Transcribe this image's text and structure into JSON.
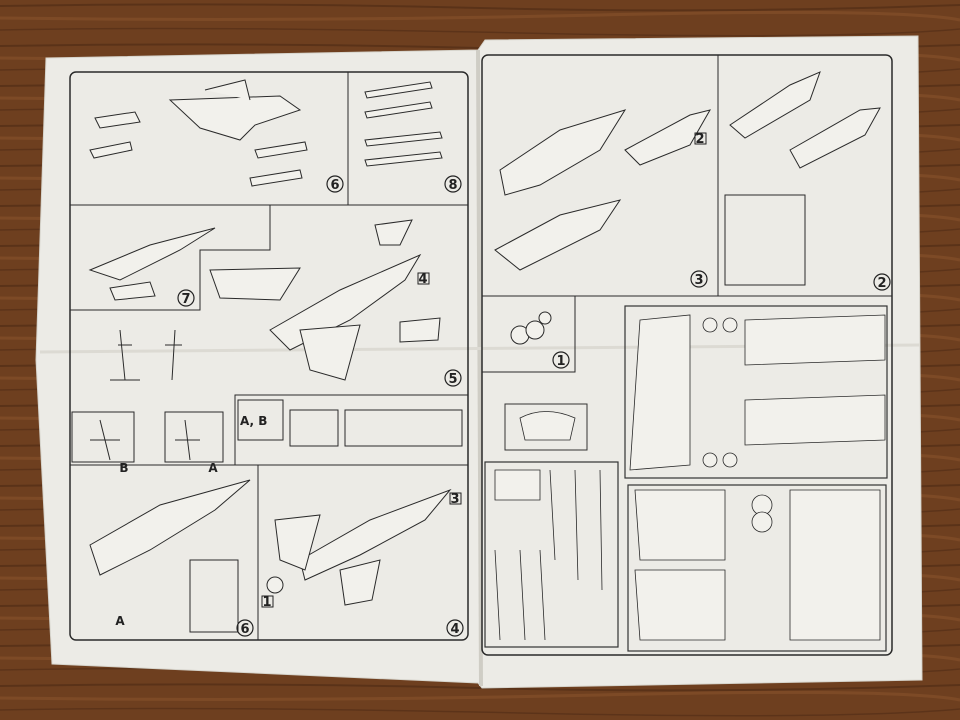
{
  "photo": {
    "subject": "model-kit-instruction-sheet",
    "colors": {
      "table": "#6b3d1e",
      "paper": "#ecebe6",
      "ink": "#2a2a2a"
    }
  },
  "left_page": {
    "steps": [
      {
        "key": "step6",
        "number": "6"
      },
      {
        "key": "step8",
        "number": "8"
      },
      {
        "key": "step7",
        "number": "7"
      },
      {
        "key": "step4",
        "number": "4"
      },
      {
        "key": "step5",
        "number": "5"
      },
      {
        "key": "step6b",
        "number": "6"
      },
      {
        "key": "step4b",
        "number": "4"
      }
    ],
    "variant_labels": {
      "a": "A",
      "b": "B",
      "ab": "A, B"
    },
    "part_boxes": [
      "1",
      "3"
    ]
  },
  "right_page": {
    "steps": [
      {
        "key": "step3",
        "number": "3"
      },
      {
        "key": "step2",
        "number": "2"
      },
      {
        "key": "step1",
        "number": "1"
      }
    ],
    "part_boxes": [
      "2"
    ]
  }
}
